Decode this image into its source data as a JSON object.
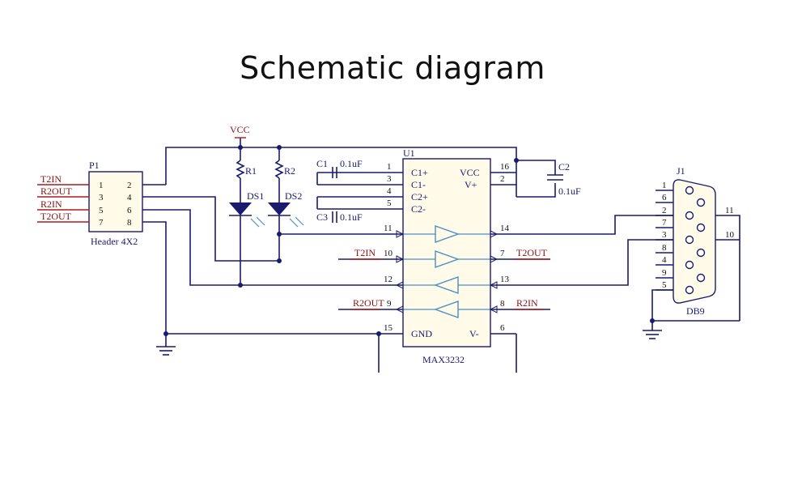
{
  "title": "Schematic diagram",
  "power": {
    "vcc": "VCC"
  },
  "header": {
    "ref": "P1",
    "name": "Header 4X2",
    "pins_left": [
      "1",
      "3",
      "5",
      "7"
    ],
    "pins_right": [
      "2",
      "4",
      "6",
      "8"
    ],
    "nets": [
      "T2IN",
      "R2OUT",
      "R2IN",
      "T2OUT"
    ]
  },
  "resistors": [
    "R1",
    "R2"
  ],
  "leds": [
    "DS1",
    "DS2"
  ],
  "capacitors": {
    "c1": {
      "ref": "C1",
      "value": "0.1uF"
    },
    "c2": {
      "ref": "C2",
      "value": "0.1uF"
    },
    "c3": {
      "ref": "C3",
      "value": "0.1uF"
    }
  },
  "ic": {
    "ref": "U1",
    "part": "MAX3232",
    "left_pins": [
      {
        "num": "1",
        "name": "C1+"
      },
      {
        "num": "3",
        "name": "C1-"
      },
      {
        "num": "4",
        "name": "C2+"
      },
      {
        "num": "5",
        "name": "C2-"
      }
    ],
    "right_pins": [
      {
        "num": "16",
        "name": "VCC"
      },
      {
        "num": "2",
        "name": "V+"
      }
    ],
    "gnd": {
      "num": "15",
      "name": "GND"
    },
    "vminus": {
      "num": "6",
      "name": "V-"
    },
    "drivers": {
      "p11": "11",
      "p14": "14",
      "p10": "10",
      "p7": "7",
      "p12": "12",
      "p13": "13",
      "p9": "9",
      "p8": "8"
    },
    "nets": {
      "t2in": "T2IN",
      "t2out": "T2OUT",
      "r2out": "R2OUT",
      "r2in": "R2IN"
    }
  },
  "db9": {
    "ref": "J1",
    "name": "DB9",
    "pins": [
      "1",
      "6",
      "2",
      "7",
      "3",
      "8",
      "4",
      "9",
      "5"
    ],
    "shell": [
      "11",
      "10"
    ]
  }
}
